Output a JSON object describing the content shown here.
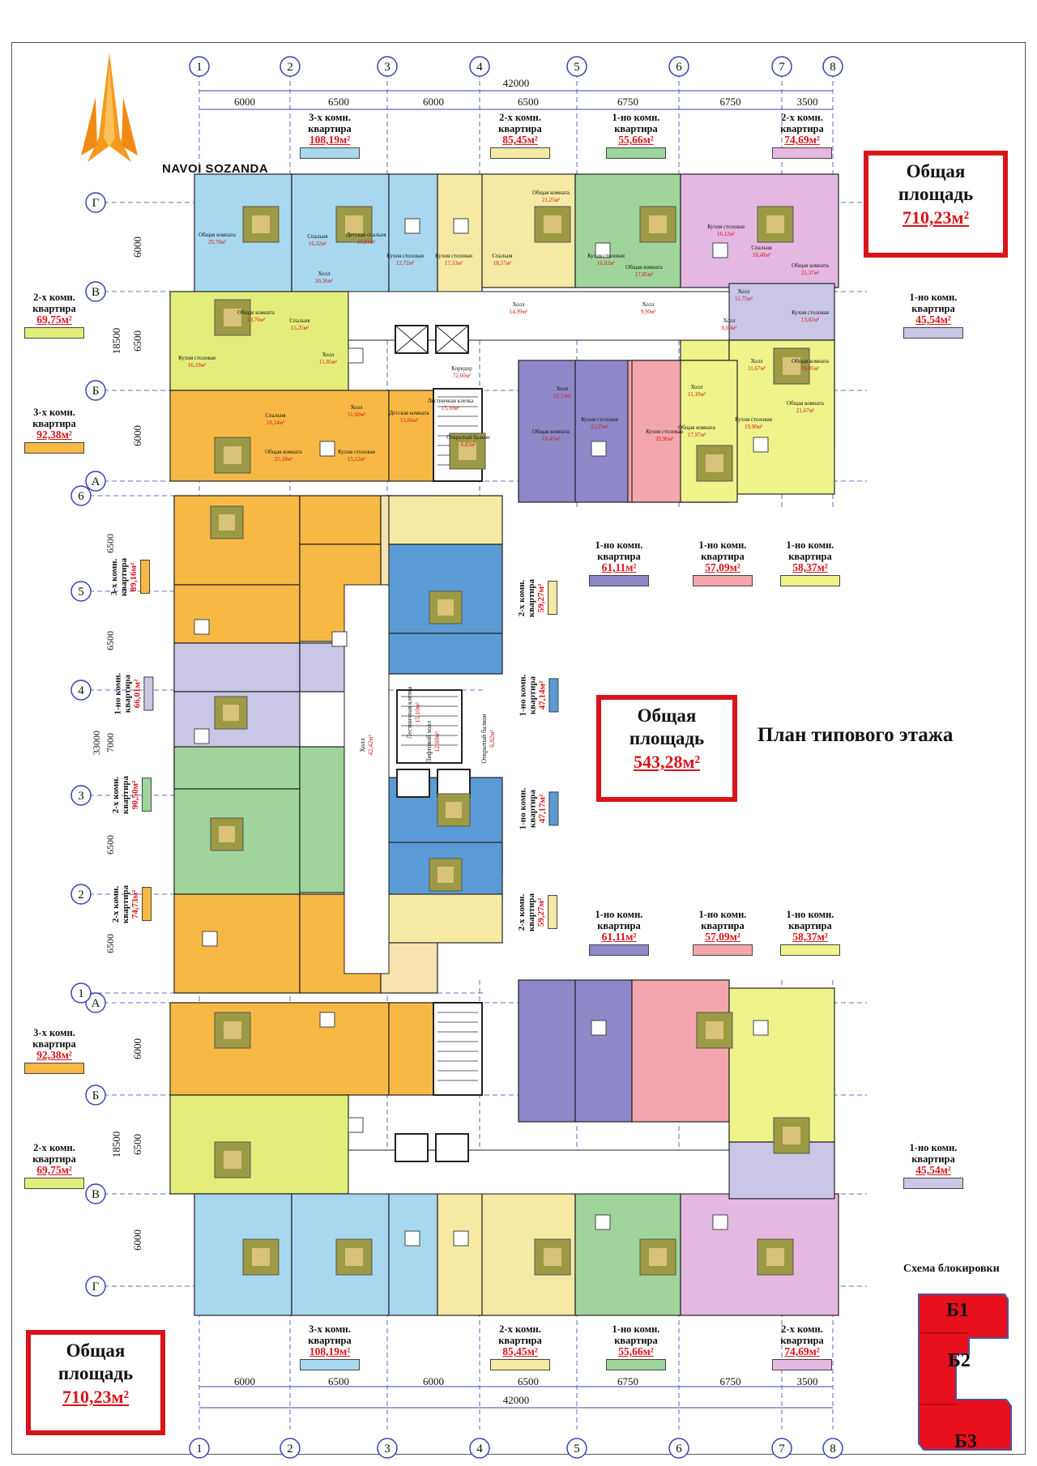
{
  "brand": {
    "name": "NAVOI SOZANDA"
  },
  "titles": {
    "plan_title": "План типового этажа",
    "blocking_scheme": "Схема блокировки"
  },
  "totals": {
    "top": {
      "line1": "Общая",
      "line2": "площадь",
      "area": "710,23м²"
    },
    "middle": {
      "line1": "Общая",
      "line2": "площадь",
      "area": "543,28м²"
    },
    "bottom": {
      "line1": "Общая",
      "line2": "площадь",
      "area": "710,23м²"
    }
  },
  "blocks": [
    "Б1",
    "Б2",
    "Б3"
  ],
  "grid": {
    "axes_numbers": [
      "1",
      "2",
      "3",
      "4",
      "5",
      "6",
      "7",
      "8"
    ],
    "axes_letters": [
      "Г",
      "В",
      "Б",
      "А"
    ],
    "middle_axes": [
      "6",
      "5",
      "4",
      "3",
      "2",
      "1"
    ],
    "spans_top": [
      "6000",
      "6500",
      "6000",
      "6500",
      "6750",
      "6750",
      "3500"
    ],
    "total_top": "42000",
    "spans_left_upper": [
      "6000",
      "6500",
      "6000"
    ],
    "total_left_upper": "18500",
    "spans_middle": [
      "6500",
      "6500",
      "7000",
      "6500",
      "6500"
    ],
    "total_middle": "33000"
  },
  "apartments": {
    "top_row": [
      {
        "type": "3-х комн.",
        "kind": "квартира",
        "area": "108,19м²",
        "color": "#a8d8ef"
      },
      {
        "type": "2-х комн.",
        "kind": "квартира",
        "area": "85,45м²",
        "color": "#f5eaa3"
      },
      {
        "type": "1-но комн.",
        "kind": "квартира",
        "area": "55,66м²",
        "color": "#9fd59a"
      },
      {
        "type": "2-х комн.",
        "kind": "квартира",
        "area": "74,69м²",
        "color": "#e4b8e0"
      }
    ],
    "left_upper": [
      {
        "type": "2-х комн.",
        "kind": "квартира",
        "area": "69,75м²",
        "color": "#e3ee7a"
      },
      {
        "type": "3-х комн.",
        "kind": "квартира",
        "area": "92,38м²",
        "color": "#f7b944"
      }
    ],
    "right_upper": {
      "type": "1-но комн.",
      "kind": "квартира",
      "area": "45,54м²",
      "color": "#c9c6e6"
    },
    "center_upper": [
      {
        "type": "1-но комн.",
        "kind": "квартира",
        "area": "61,11м²",
        "color": "#8e88c8"
      },
      {
        "type": "1-но комн.",
        "kind": "квартира",
        "area": "57,09м²",
        "color": "#f3a6ad"
      },
      {
        "type": "1-но комн.",
        "kind": "квартира",
        "area": "58,37м²",
        "color": "#eef38a"
      }
    ],
    "middle_left": [
      {
        "type": "3-х комн.",
        "kind": "квартира",
        "area": "89,16м²",
        "color": "#f7b944"
      },
      {
        "type": "1-но комн.",
        "kind": "квартира",
        "area": "66,01м²",
        "color": "#c9c6e6"
      },
      {
        "type": "2-х комн.",
        "kind": "квартира",
        "area": "90,50м²",
        "color": "#9fd59a"
      },
      {
        "type": "2-х комн.",
        "kind": "квартира",
        "area": "74,73м²",
        "color": "#f7b944"
      }
    ],
    "middle_right": [
      {
        "type": "2-х комн.",
        "kind": "квартира",
        "area": "59,27м²",
        "color": "#f5eaa3"
      },
      {
        "type": "1-но комн.",
        "kind": "квартира",
        "area": "47,14м²",
        "color": "#5b9bd5"
      },
      {
        "type": "1-но комн.",
        "kind": "квартира",
        "area": "47,17м²",
        "color": "#5b9bd5"
      },
      {
        "type": "2-х комн.",
        "kind": "квартира",
        "area": "59,27м²",
        "color": "#f5eaa3"
      }
    ],
    "center_lower": [
      {
        "type": "1-но комн.",
        "kind": "квартира",
        "area": "61,11м²",
        "color": "#8e88c8"
      },
      {
        "type": "1-но комн.",
        "kind": "квартира",
        "area": "57,09м²",
        "color": "#f3a6ad"
      },
      {
        "type": "1-но комн.",
        "kind": "квартира",
        "area": "58,37м²",
        "color": "#eef38a"
      }
    ],
    "left_lower": [
      {
        "type": "3-х комн.",
        "kind": "квартира",
        "area": "92,38м²",
        "color": "#f7b944"
      },
      {
        "type": "2-х комн.",
        "kind": "квартира",
        "area": "69,75м²",
        "color": "#e3ee7a"
      }
    ],
    "right_lower": {
      "type": "1-но комн.",
      "kind": "квартира",
      "area": "45,54м²",
      "color": "#c9c6e6"
    },
    "bottom_row": [
      {
        "type": "3-х комн.",
        "kind": "квартира",
        "area": "108,19м²",
        "color": "#a8d8ef"
      },
      {
        "type": "2-х комн.",
        "kind": "квартира",
        "area": "85,45м²",
        "color": "#f5eaa3"
      },
      {
        "type": "1-но комн.",
        "kind": "квартира",
        "area": "55,66м²",
        "color": "#9fd59a"
      },
      {
        "type": "2-х комн.",
        "kind": "квартира",
        "area": "74,69м²",
        "color": "#e4b8e0"
      }
    ]
  },
  "rooms_top": [
    {
      "name": "Общая комната",
      "area": "29,78м²"
    },
    {
      "name": "Спальня",
      "area": "16,32м²"
    },
    {
      "name": "Детская спальня",
      "area": "15,81м²"
    },
    {
      "name": "Холл",
      "area": "20,36м²"
    },
    {
      "name": "Кухня столовая",
      "area": "12,72м²"
    },
    {
      "name": "Кухня столовая",
      "area": "17,53м²"
    },
    {
      "name": "Спальня",
      "area": "18,57м²"
    },
    {
      "name": "Общая комната",
      "area": "21,25м²"
    },
    {
      "name": "Холл",
      "area": "14,99м²"
    },
    {
      "name": "Кухня столовая",
      "area": "16,02м²"
    },
    {
      "name": "Общая комната",
      "area": "17,85м²"
    },
    {
      "name": "Холл",
      "area": "9,90м²"
    },
    {
      "name": "Кухня столовая",
      "area": "16,12м²"
    },
    {
      "name": "Спальня",
      "area": "18,48м²"
    },
    {
      "name": "Общая комната",
      "area": "21,37м²"
    },
    {
      "name": "Холл",
      "area": "11,75м²"
    },
    {
      "name": "Холл",
      "area": "8,00м²"
    },
    {
      "name": "Кухня столовая",
      "area": "13,02м²"
    },
    {
      "name": "Общая комната",
      "area": "19,76м²"
    },
    {
      "name": "Спальня",
      "area": "15,25м²"
    },
    {
      "name": "Холл",
      "area": "11,85м²"
    },
    {
      "name": "Кухня столовая",
      "area": "16,19м²"
    },
    {
      "name": "Спальня",
      "area": "18,14м²"
    },
    {
      "name": "Холл",
      "area": "11,60м²"
    },
    {
      "name": "Детская комната",
      "area": "15,66м²"
    },
    {
      "name": "Общая комната",
      "area": "25,18м²"
    },
    {
      "name": "Кухня столовая",
      "area": "15,12м²"
    },
    {
      "name": "Лестничная клетка",
      "area": "15,10м²"
    },
    {
      "name": "Коридор",
      "area": "72,60м²"
    },
    {
      "name": "Открытый балкон",
      "area": "6,82м²"
    },
    {
      "name": "Холл",
      "area": "12,13м²"
    },
    {
      "name": "Общая комната",
      "area": "18,47м²"
    },
    {
      "name": "Кухня столовая",
      "area": "23,25м²"
    },
    {
      "name": "Кухня столовая",
      "area": "20,96м²"
    },
    {
      "name": "Общая комната",
      "area": "17,97м²"
    },
    {
      "name": "Холл",
      "area": "11,10м²"
    },
    {
      "name": "Кухня столовая",
      "area": "19,90м²"
    },
    {
      "name": "Общая комната",
      "area": "21,67м²"
    },
    {
      "name": "Холл",
      "area": "11,67м²"
    },
    {
      "name": "Общая комната",
      "area": "16,05м²"
    }
  ],
  "rooms_middle": [
    {
      "name": "Холл",
      "area": "42,42м²"
    },
    {
      "name": "Лифтовой холл",
      "area": "12,60м²"
    },
    {
      "name": "Открытый балкон",
      "area": "6,82м²"
    },
    {
      "name": "Лестничная клетка",
      "area": "15,10м²"
    }
  ]
}
